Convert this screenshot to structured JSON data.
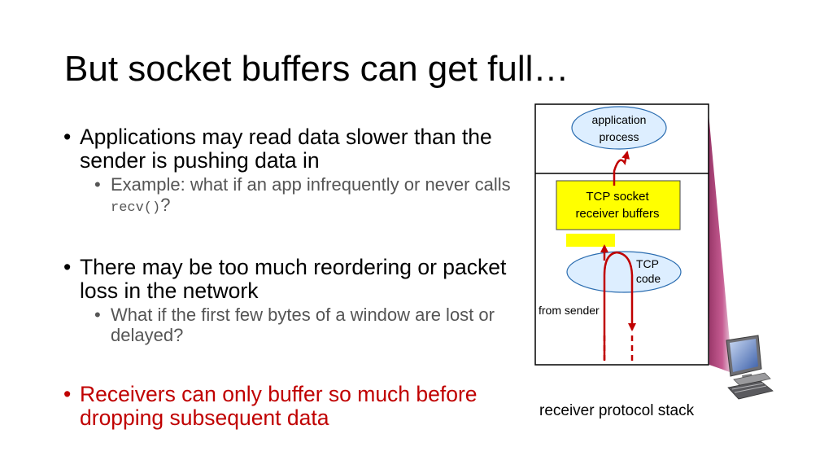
{
  "slide": {
    "title": "But socket buffers can get full…"
  },
  "bullets": [
    {
      "text": "Applications may read data slower than the sender is pushing data in",
      "sub": {
        "before": "Example: what if an app infrequently or never calls ",
        "code": "recv()",
        "after": "?"
      }
    },
    {
      "text": "There may be too much reordering or packet loss in the network",
      "sub": {
        "text": "What if the first few bytes of a window are lost or delayed?"
      }
    },
    {
      "text": "Receivers can only buffer so much before dropping subsequent data",
      "color": "#c00000"
    }
  ],
  "diagram": {
    "app_label_line1": "application",
    "app_label_line2": "process",
    "buffer_label_line1": "TCP socket",
    "buffer_label_line2": "receiver buffers",
    "tcp_label_line1": "TCP",
    "tcp_label_line2": "code",
    "from_sender": "from sender",
    "caption": "receiver protocol stack",
    "computer_icon": "desktop-computer-icon",
    "colors": {
      "arrow": "#c00000",
      "buffer_fill": "#ffff00",
      "ellipse_fill": "#ddeeff",
      "ellipse_stroke": "#2a6cb0",
      "wedge": "#a0306b"
    }
  }
}
